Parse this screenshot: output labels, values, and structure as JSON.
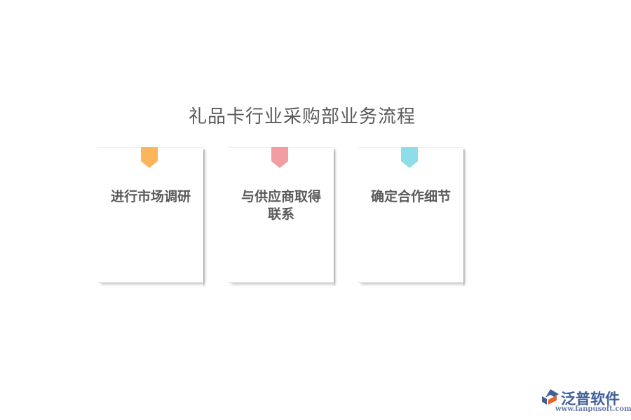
{
  "title": "礼品卡行业采购部业务流程",
  "steps": [
    {
      "label": "进行市场调研",
      "tag_color": "#FDB55C"
    },
    {
      "label": "与供应商取得联系",
      "tag_color": "#F29DA1"
    },
    {
      "label": "确定合作细节",
      "tag_color": "#8FDDE6"
    }
  ],
  "logo": {
    "name": "泛普软件",
    "url": "www.fanpusoft.com",
    "icon": "fanpu-logo-icon",
    "colors": {
      "primary": "#3F5E9A",
      "accent": "#E9622A"
    }
  }
}
